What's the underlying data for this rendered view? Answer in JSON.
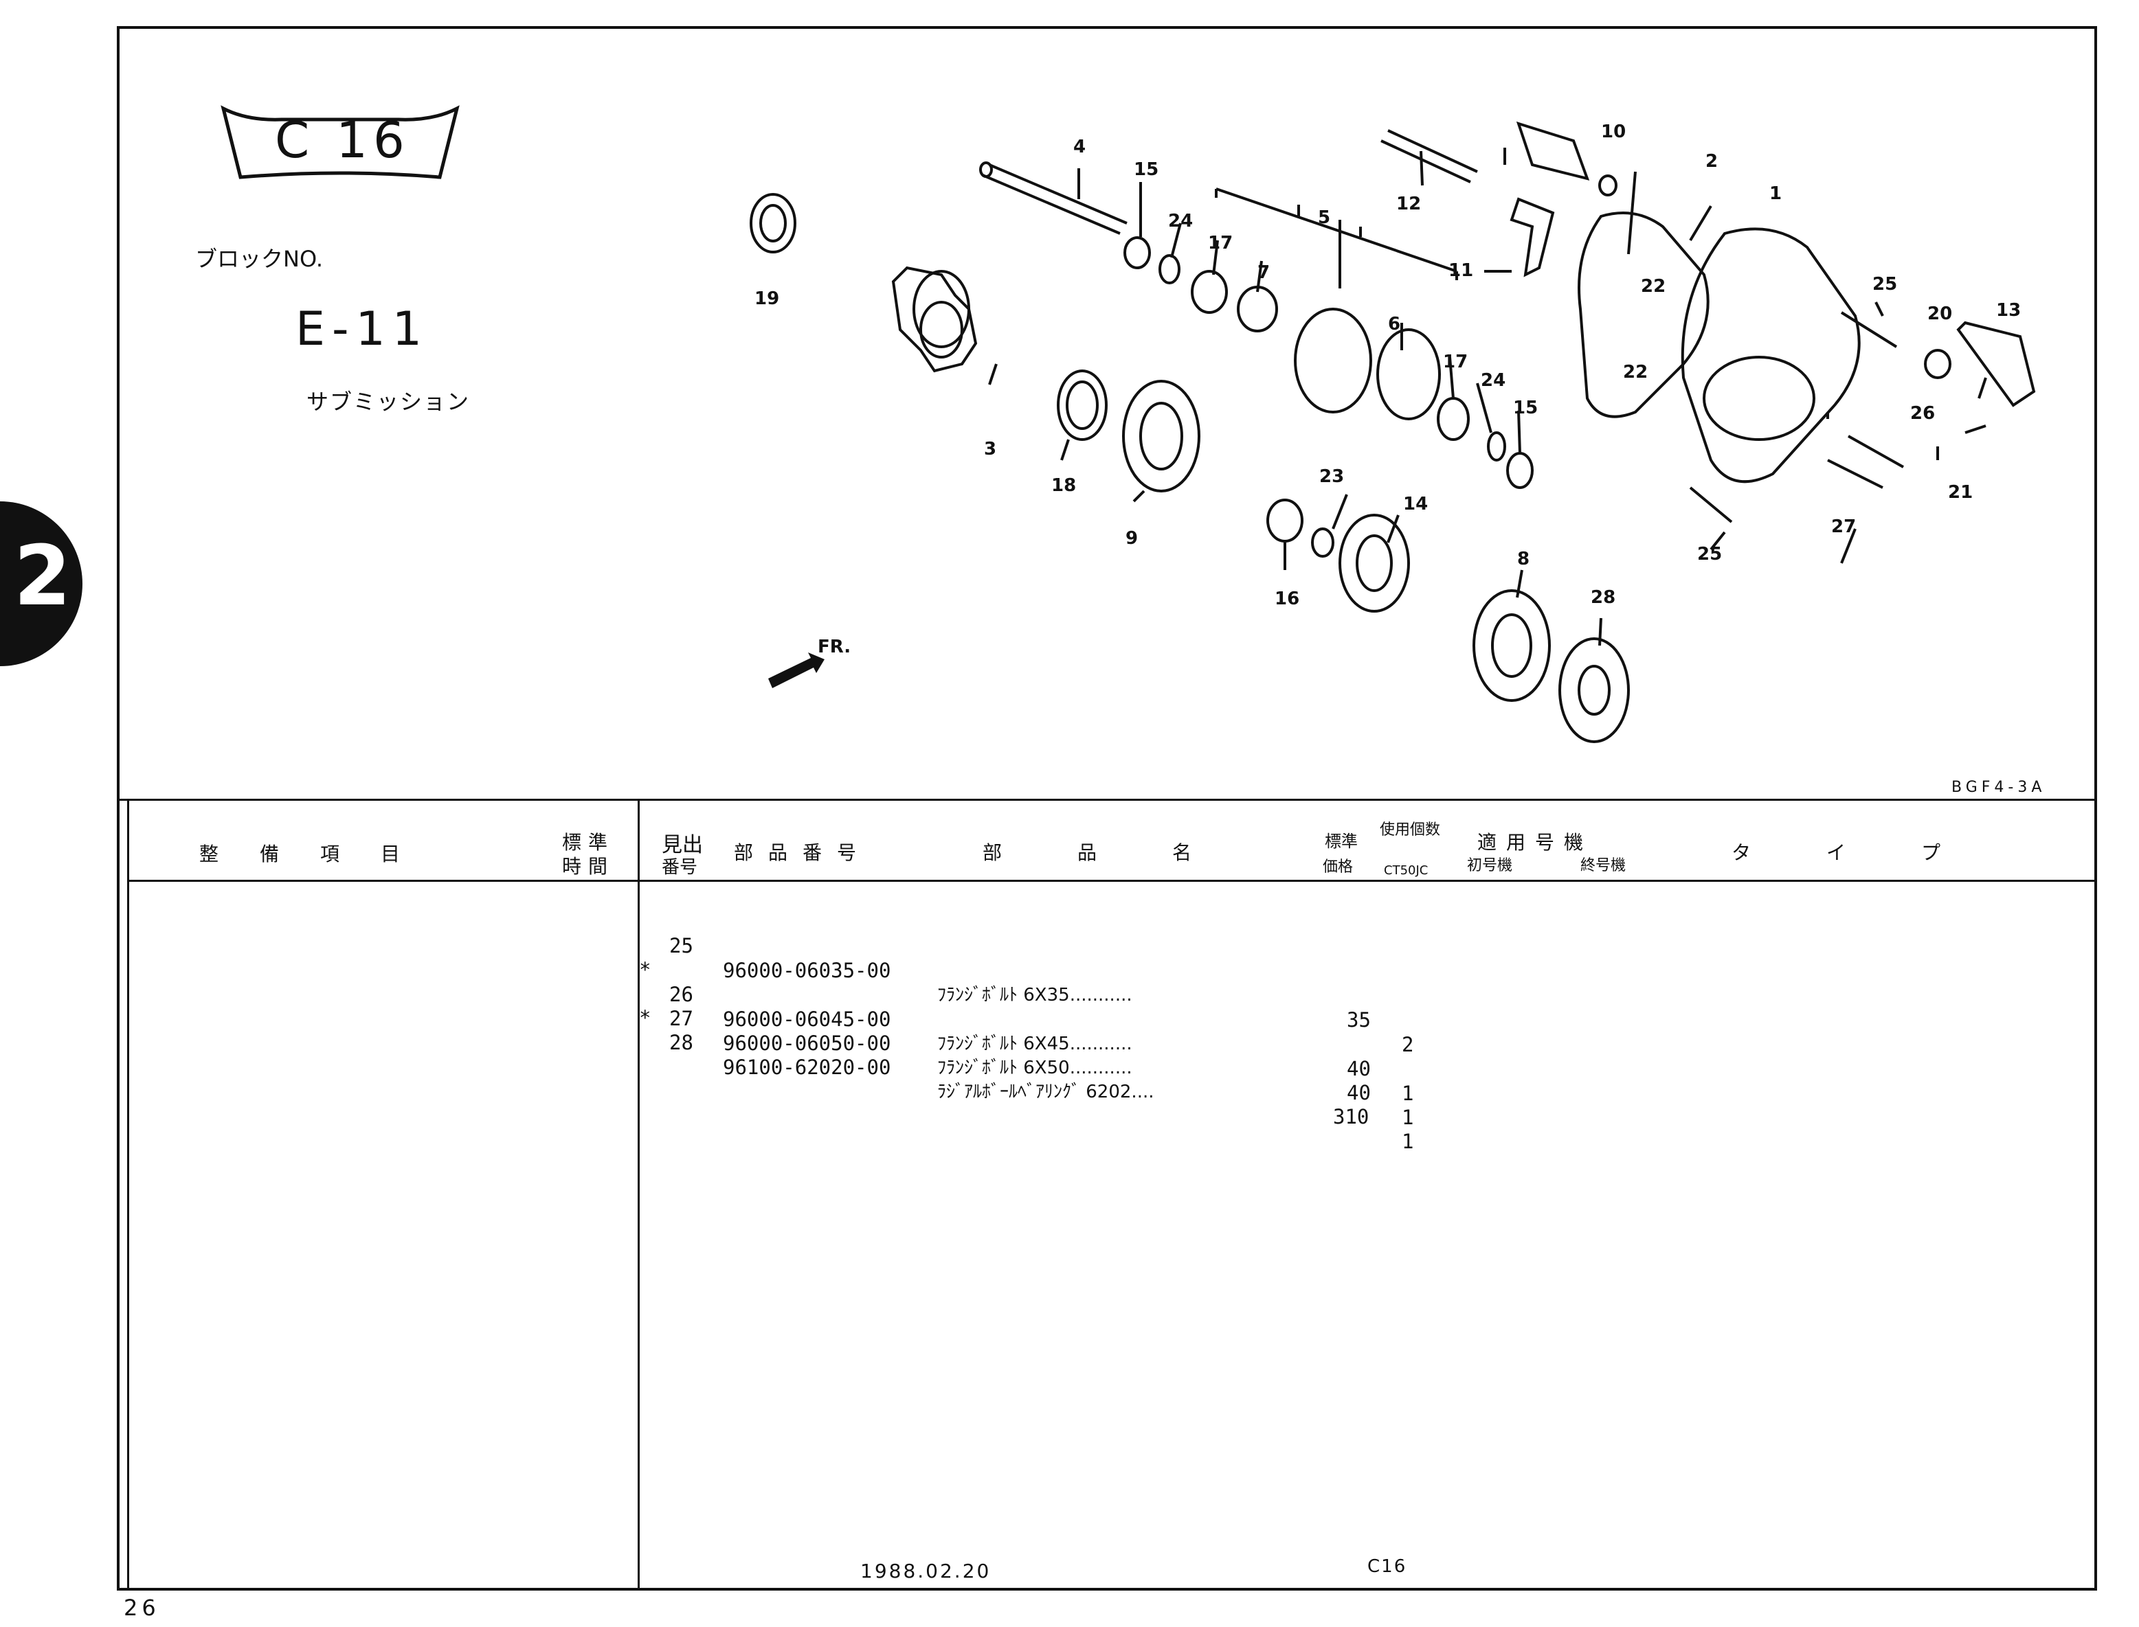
{
  "side_tab": "2",
  "code_plate": "C 16",
  "block": {
    "label": "ブロックNO.",
    "number": "E-11",
    "name": "サブミッション"
  },
  "diagram": {
    "callouts": [
      "1",
      "2",
      "3",
      "4",
      "5",
      "6",
      "7",
      "8",
      "9",
      "10",
      "11",
      "12",
      "13",
      "14",
      "15",
      "15",
      "16",
      "17",
      "17",
      "18",
      "19",
      "20",
      "21",
      "22",
      "22",
      "23",
      "24",
      "24",
      "25",
      "25",
      "26",
      "27",
      "28"
    ],
    "direction_label": "FR.",
    "figure_code": "BGF4-3A"
  },
  "table": {
    "headers": {
      "work_item": "整備項目",
      "std_time_1": "標準",
      "std_time_2": "時間",
      "ref_no_1": "見出",
      "ref_no_2": "番号",
      "part_no": "部品番号",
      "part_name": "部品名",
      "price_1": "標準",
      "price_2": "価格",
      "qty_top": "使用個数",
      "qty_model": "CT50JC",
      "frame_no": "適用号機",
      "first_no": "初号機",
      "last_no": "終号機",
      "type": "タイプ"
    },
    "rows": [
      {
        "mark": "",
        "ref": "25",
        "part_no": "96000-06035-00",
        "name": "ﾌﾗﾝｼﾞﾎﾞﾙﾄ 6X35...........",
        "price": "35",
        "qty": "2"
      },
      {
        "mark": "*",
        "ref": "26",
        "part_no": "96000-06045-00",
        "name": "ﾌﾗﾝｼﾞﾎﾞﾙﾄ 6X45...........",
        "price": "40",
        "qty": "1"
      },
      {
        "mark": "",
        "ref": "27",
        "part_no": "96000-06050-00",
        "name": "ﾌﾗﾝｼﾞﾎﾞﾙﾄ 6X50...........",
        "price": "40",
        "qty": "1"
      },
      {
        "mark": "*",
        "ref": "28",
        "part_no": "96100-62020-00",
        "name": "ﾗｼﾞｱﾙﾎﾞｰﾙﾍﾞｱﾘﾝｸﾞ 6202....",
        "price": "310",
        "qty": "1"
      }
    ]
  },
  "footer": {
    "date": "1988.02.20",
    "code": "C16",
    "page": "26"
  }
}
